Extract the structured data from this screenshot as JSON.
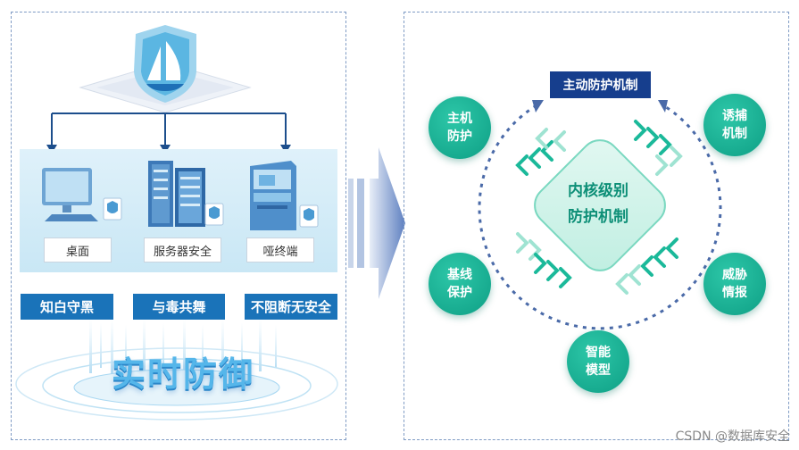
{
  "left": {
    "devices": [
      {
        "label": "桌面"
      },
      {
        "label": "服务器安全"
      },
      {
        "label": "哑终端"
      }
    ],
    "slogans": [
      "知白守黑",
      "与毒共舞",
      "不阻断无安全"
    ],
    "title": "实时防御"
  },
  "right": {
    "top_mechanism": "主动防护机制",
    "center": "内核级别\n防护机制",
    "nodes": [
      {
        "label": "主机\n防护"
      },
      {
        "label": "诱捕\n机制"
      },
      {
        "label": "基线\n保护"
      },
      {
        "label": "威胁\n情报"
      },
      {
        "label": "智能\n模型"
      }
    ]
  },
  "watermark": "CSDN @数据库安全",
  "colors": {
    "primary_blue": "#1a73b9",
    "dark_navy": "#163e8d",
    "teal": "#14a88c",
    "light_band": "#d6edf8"
  }
}
